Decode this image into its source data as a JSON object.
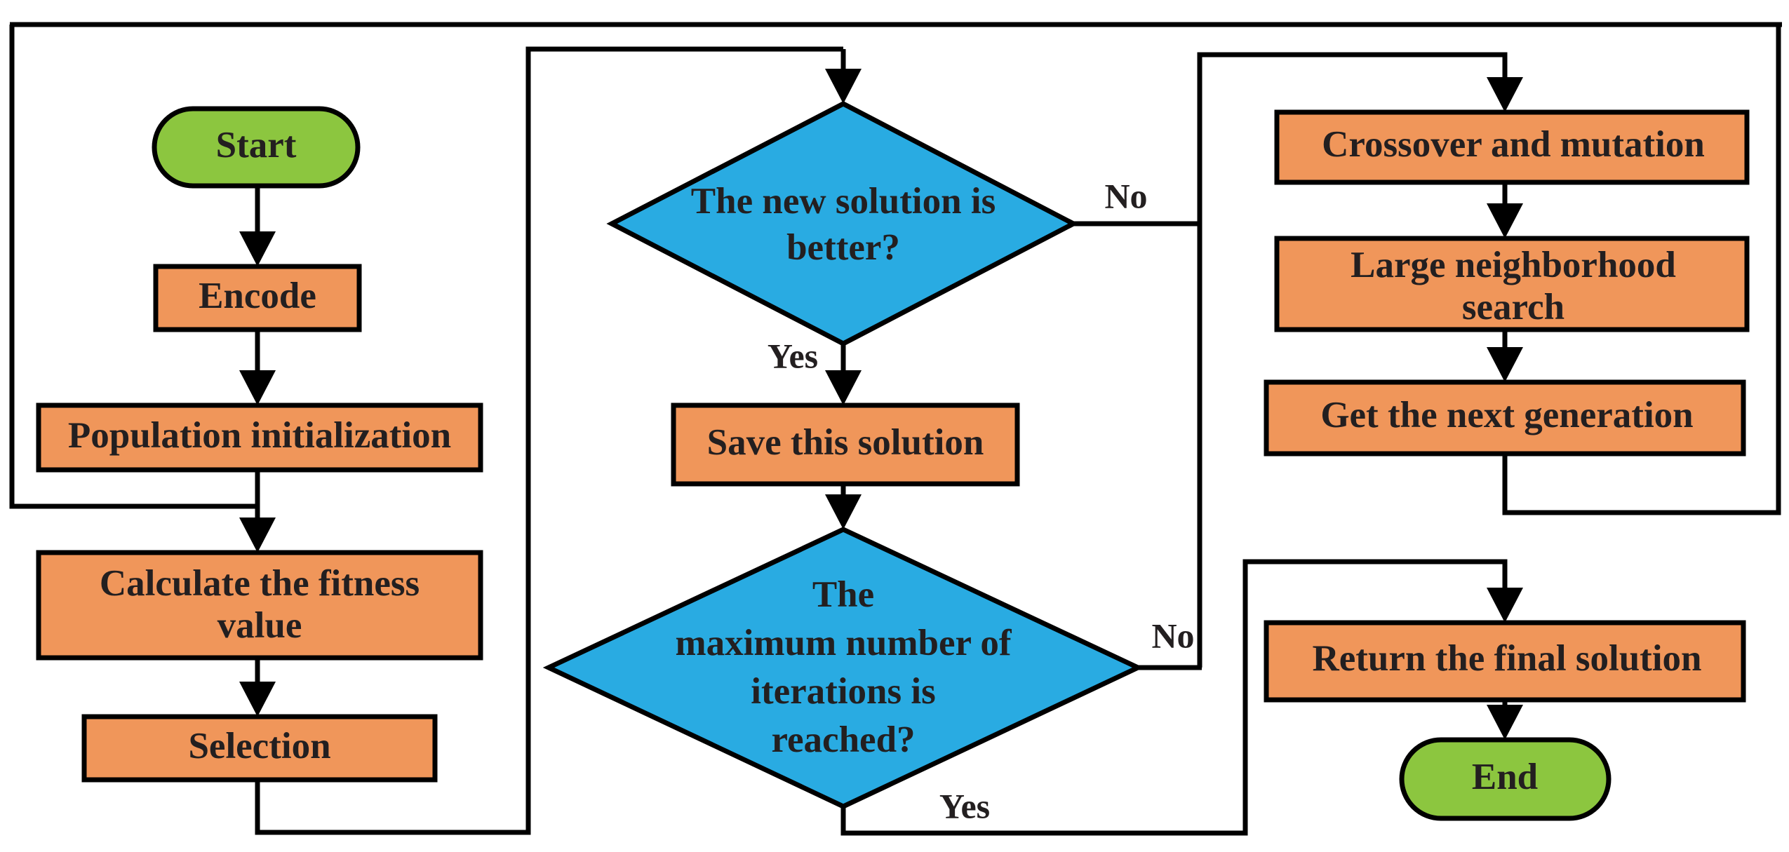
{
  "diagram": {
    "title": "Hybrid genetic algorithm with large neighborhood search flowchart",
    "type": "flowchart",
    "colors": {
      "process_fill": "#f0965a",
      "terminal_fill": "#8cc63f",
      "decision_fill": "#29abe2",
      "stroke": "#000000",
      "text": "#231f20",
      "background": "#ffffff"
    },
    "nodes": {
      "start": {
        "label": "Start",
        "shape": "terminal"
      },
      "encode": {
        "label": "Encode",
        "shape": "process"
      },
      "population_initialization": {
        "label": "Population initialization",
        "shape": "process"
      },
      "calculate_fitness": {
        "line1": "Calculate the fitness",
        "line2": "value",
        "shape": "process"
      },
      "selection": {
        "label": "Selection",
        "shape": "process"
      },
      "new_solution_better": {
        "line1": "The new solution is",
        "line2": "better?",
        "shape": "decision"
      },
      "save_this_solution": {
        "label": "Save this solution",
        "shape": "process"
      },
      "max_iterations": {
        "line1": "The",
        "line2": "maximum number of",
        "line3": "iterations is",
        "line4": "reached?",
        "shape": "decision"
      },
      "crossover_and_mutation": {
        "label": "Crossover and mutation",
        "shape": "process"
      },
      "large_neighborhood_search": {
        "line1": "Large neighborhood",
        "line2": "search",
        "shape": "process"
      },
      "get_next_generation": {
        "label": "Get the next generation",
        "shape": "process"
      },
      "return_final_solution": {
        "label": "Return  the final solution",
        "shape": "process"
      },
      "end": {
        "label": "End",
        "shape": "terminal"
      }
    },
    "edge_labels": {
      "decision1_no": "No",
      "decision1_yes": "Yes",
      "decision2_no": "No",
      "decision2_yes": "Yes"
    }
  }
}
